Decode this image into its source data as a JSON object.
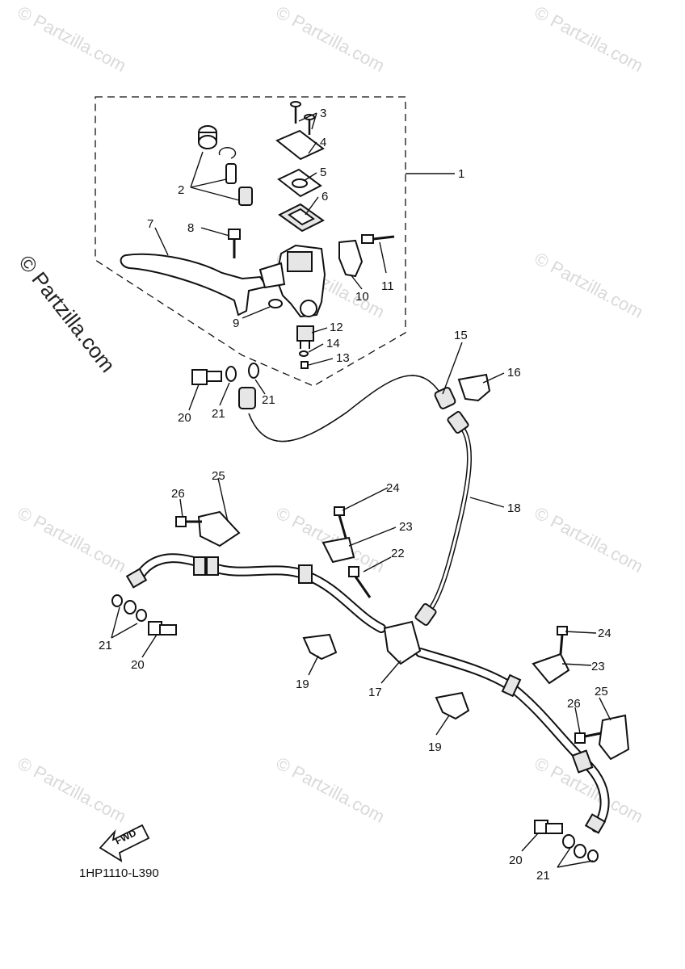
{
  "diagram": {
    "diagram_code": "1HP1110-L390",
    "fwd_label": "FWD",
    "side_watermark": "© Partzilla.com",
    "watermark_text": "© Partzilla.com",
    "callouts": {
      "c1": "1",
      "c2": "2",
      "c3": "3",
      "c4": "4",
      "c5": "5",
      "c6": "6",
      "c7": "7",
      "c8": "8",
      "c9": "9",
      "c10": "10",
      "c11": "11",
      "c12": "12",
      "c13": "13",
      "c14": "14",
      "c15": "15",
      "c16": "16",
      "c17": "17",
      "c18": "18",
      "c19a": "19",
      "c19b": "19",
      "c20a": "20",
      "c20b": "20",
      "c20c": "20",
      "c21a": "21",
      "c21b": "21",
      "c21c": "21",
      "c21d": "21",
      "c22": "22",
      "c23a": "23",
      "c23b": "23",
      "c24a": "24",
      "c24b": "24",
      "c25a": "25",
      "c25b": "25",
      "c26a": "26",
      "c26b": "26"
    }
  }
}
